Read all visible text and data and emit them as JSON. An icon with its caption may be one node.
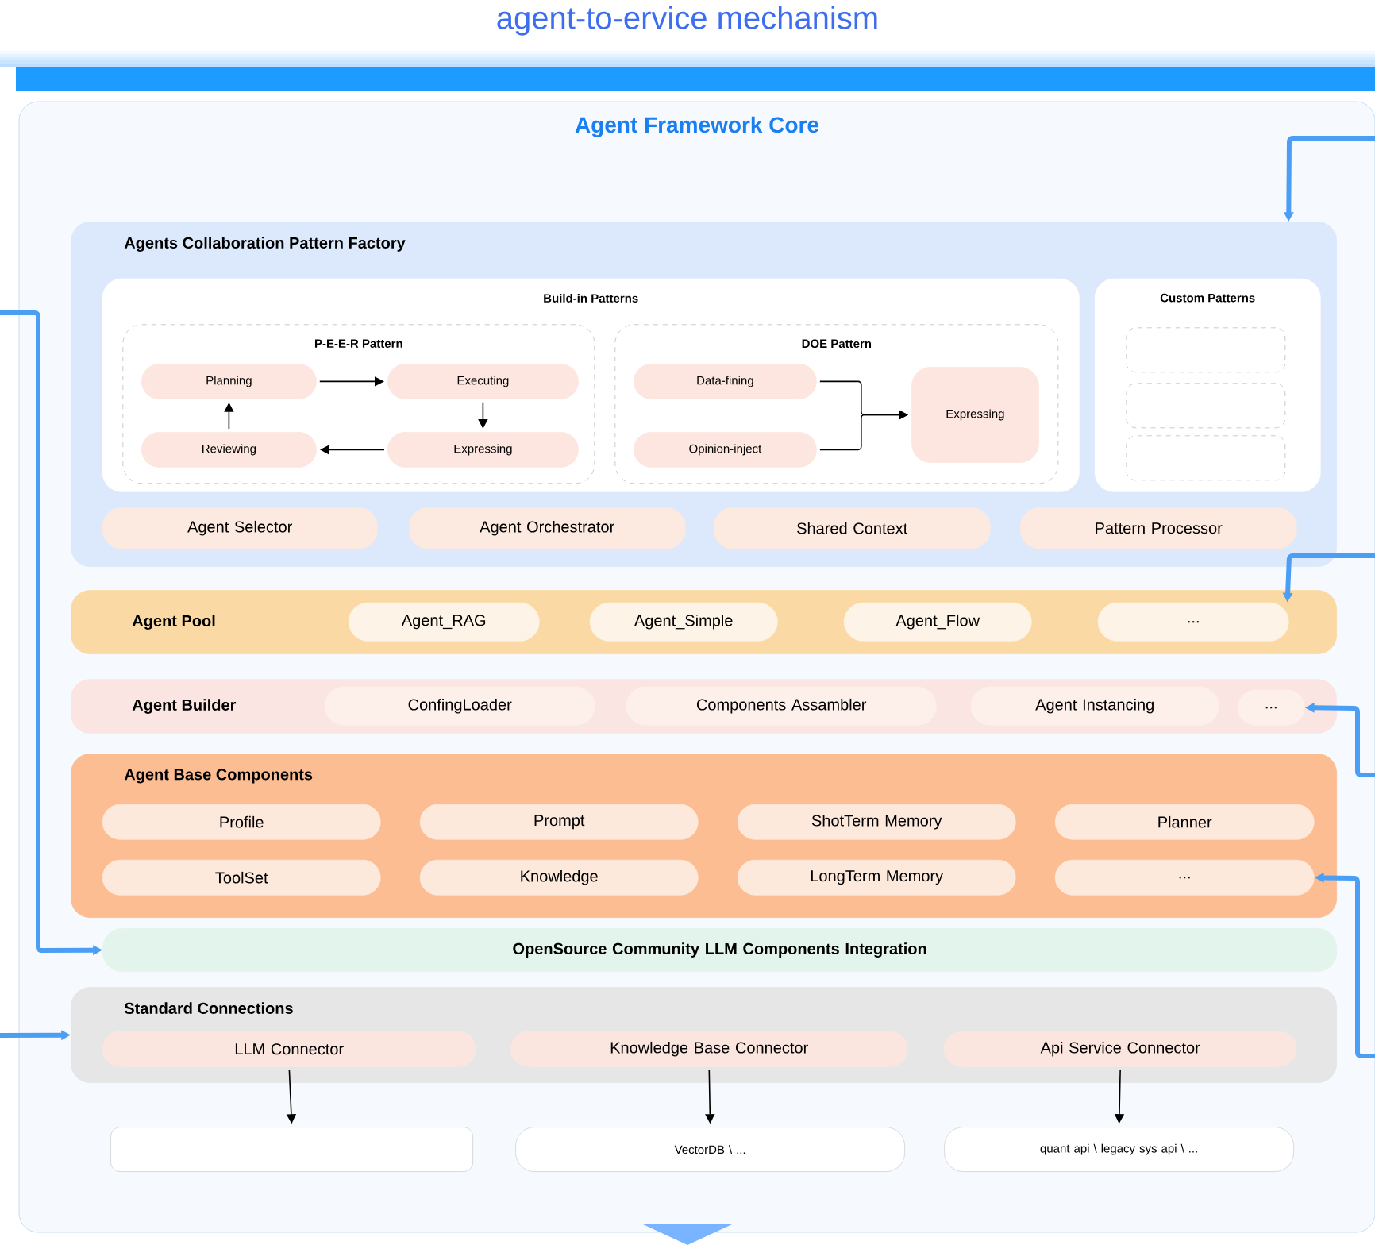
{
  "diagram": {
    "title": "agent-to-ervice mechanism",
    "nodes": [
      {
        "text": [
          "Agent Framework Core"
        ]
      },
      {
        "text": [
          "Agents Collaboration Pattern Factory"
        ],
        "in": 0
      },
      {
        "text": [
          "Build-in Patterns"
        ],
        "in": 1
      },
      {
        "text": [
          "P-E-E-R Pattern"
        ],
        "in": 2
      },
      {
        "text": [
          "Planning"
        ],
        "in": 3
      },
      {
        "text": [
          "Executing"
        ],
        "in": 3
      },
      {
        "text": [
          "Reviewing"
        ],
        "in": 3
      },
      {
        "text": [
          "Expressing"
        ],
        "in": 3
      },
      {
        "text": [
          "DOE Pattern"
        ],
        "in": 2
      },
      {
        "text": [
          "Data-fining"
        ],
        "in": 8
      },
      {
        "text": [
          "Expressing"
        ],
        "in": 8
      },
      {
        "text": [
          "Opinion-inject"
        ],
        "in": 8
      },
      {
        "text": [
          "Custom Patterns"
        ],
        "in": 1
      },
      {
        "text": [],
        "shape": "box",
        "in": 12
      },
      {
        "text": [],
        "shape": "box",
        "in": 12
      },
      {
        "text": [],
        "shape": "box",
        "in": 12
      },
      {
        "text": [
          "Agent Selector"
        ],
        "in": 1
      },
      {
        "text": [
          "Agent Orchestrator"
        ],
        "in": 1
      },
      {
        "text": [
          "Shared Context"
        ],
        "in": 1
      },
      {
        "text": [
          "Pattern Processor"
        ],
        "in": 1
      },
      {
        "text": [
          "Agent Pool"
        ],
        "in": 0
      },
      {
        "text": [
          "Agent_RAG"
        ],
        "in": 20
      },
      {
        "text": [
          "Agent_Simple"
        ],
        "in": 20
      },
      {
        "text": [
          "Agent_Flow"
        ],
        "in": 20
      },
      {
        "text": [
          "..."
        ],
        "in": 20
      },
      {
        "text": [
          "Agent Builder"
        ],
        "in": 0
      },
      {
        "text": [
          "ConfingLoader"
        ],
        "in": 25
      },
      {
        "text": [
          "Components Assambler"
        ],
        "in": 25
      },
      {
        "text": [
          "Agent Instancing"
        ],
        "in": 25
      },
      {
        "text": [
          "..."
        ],
        "in": 25
      },
      {
        "text": [
          "Agent Base Components"
        ],
        "in": 0
      },
      {
        "text": [
          "Profile"
        ],
        "in": 30
      },
      {
        "text": [
          "Prompt"
        ],
        "in": 30
      },
      {
        "text": [
          "ShotTerm Memory"
        ],
        "in": 30
      },
      {
        "text": [
          "Planner"
        ],
        "in": 30
      },
      {
        "text": [
          "ToolSet"
        ],
        "in": 30
      },
      {
        "text": [
          "Knowledge"
        ],
        "in": 30
      },
      {
        "text": [
          "LongTerm Memory"
        ],
        "in": 30
      },
      {
        "text": [
          "..."
        ],
        "in": 30
      },
      {
        "text": [
          "OpenSource Community LLM Components Integration"
        ],
        "in": 0
      },
      {
        "text": [
          "Standard Connections"
        ],
        "in": 0
      },
      {
        "text": [
          "LLM Connector"
        ],
        "in": 40
      },
      {
        "text": [
          "Knowledge Base Connector"
        ],
        "in": 40
      },
      {
        "text": [
          "Api Service Connector"
        ],
        "in": 40
      },
      {
        "text": [],
        "shape": "box",
        "in": 0
      },
      {
        "text": [
          "VectorDB \\ ..."
        ],
        "in": 0
      },
      {
        "text": [
          "quant api \\ legacy sys api \\ ..."
        ],
        "in": 0
      }
    ],
    "edges": [
      {
        "from": 4,
        "to": 5,
        "arrow": "to"
      },
      {
        "from": 5,
        "to": 7,
        "arrow": "to"
      },
      {
        "from": 7,
        "to": 6,
        "arrow": "to"
      },
      {
        "from": 6,
        "to": 4,
        "arrow": "to"
      },
      {
        "from": 9,
        "to": 10,
        "arrow": "to"
      },
      {
        "from": 11,
        "to": 10,
        "arrow": "to"
      },
      {
        "from": 41,
        "to": 44,
        "arrow": "to"
      },
      {
        "from": 42,
        "to": 45,
        "arrow": "to"
      },
      {
        "from": 43,
        "to": 46,
        "arrow": "to"
      },
      {
        "from": null,
        "to": 39,
        "arrow": "to",
        "style": "thick",
        "color": "#4a9ff5"
      },
      {
        "from": null,
        "to": 40,
        "arrow": "to",
        "style": "thick",
        "color": "#4a9ff5"
      },
      {
        "from": null,
        "to": 1,
        "arrow": "to",
        "style": "thick",
        "color": "#4a9ff5"
      },
      {
        "from": null,
        "to": 24,
        "arrow": "to",
        "style": "thick",
        "color": "#4a9ff5"
      },
      {
        "from": null,
        "to": 29,
        "arrow": "to",
        "style": "thick",
        "color": "#4a9ff5"
      },
      {
        "from": null,
        "to": 38,
        "arrow": "to",
        "style": "thick",
        "color": "#4a9ff5"
      }
    ]
  }
}
